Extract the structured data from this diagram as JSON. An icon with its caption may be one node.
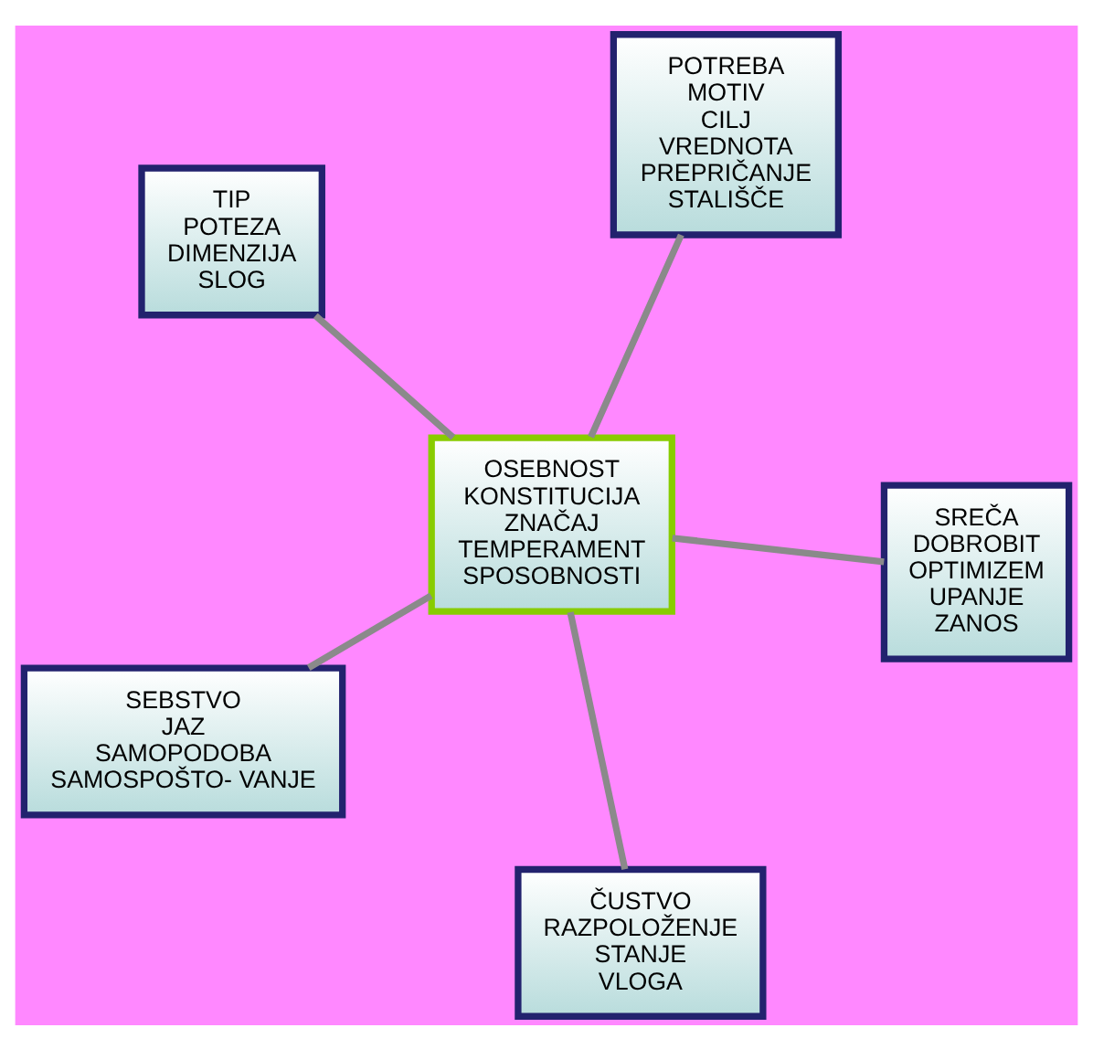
{
  "diagram": {
    "nodes": [
      {
        "text": [
          "TIP",
          "POTEZA",
          "DIMENZIJA",
          "SLOG"
        ]
      },
      {
        "text": [
          "SREČA",
          "DOBROBIT",
          "OPTIMIZEM",
          "UPANJE",
          "ZANOS"
        ]
      },
      {
        "text": [
          "ČUSTVO",
          "RAZPOLOŽENJE",
          "STANJE",
          "VLOGA"
        ]
      },
      {
        "text": [
          "OSEBNOST",
          "KONSTITUCIJA",
          "ZNAČAJ",
          "TEMPERAMENT",
          "SPOSOBNOSTI"
        ]
      },
      {
        "text": [
          "POTREBA",
          "MOTIV",
          "CILJ",
          "VREDNOTA",
          "PREPRIČANJE",
          "STALIŠČE"
        ]
      },
      {
        "text": [
          "SEBSTVO",
          "JAZ",
          "SAMOPODOBA",
          "SAMOSPOŠTO- VANJE"
        ]
      }
    ],
    "edges": [
      {
        "from": 3,
        "to": 0,
        "arrow": "none"
      },
      {
        "from": 3,
        "to": 1,
        "arrow": "none"
      },
      {
        "from": 3,
        "to": 2,
        "arrow": "none"
      },
      {
        "from": 3,
        "to": 4,
        "arrow": "none"
      },
      {
        "from": 3,
        "to": 5,
        "arrow": "none"
      }
    ]
  }
}
